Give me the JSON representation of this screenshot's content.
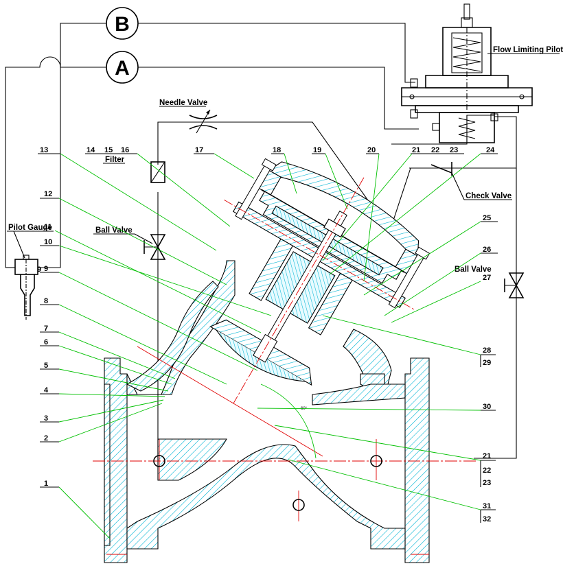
{
  "gauges": [
    {
      "letter": "B"
    },
    {
      "letter": "A"
    }
  ],
  "labels": {
    "flow_limiting_pilot": "Flow Limiting Pilot",
    "needle_valve": "Needle Valve",
    "filter": "Filter",
    "ball_valve_left": "Ball Valve",
    "ball_valve_right": "Ball Valve",
    "check_valve": "Check Valve",
    "pilot_gauge": "Pilot Gauge",
    "angle_mark": "60°"
  },
  "part_numbers": {
    "n1": "1",
    "n2": "2",
    "n3": "3",
    "n4": "4",
    "n5": "5",
    "n6": "6",
    "n7": "7",
    "n8": "8",
    "n9": "9",
    "n10": "10",
    "n11": "11",
    "n12": "12",
    "n13": "13",
    "n14": "14",
    "n15": "15",
    "n16": "16",
    "n17": "17",
    "n18": "18",
    "n19": "19",
    "n20": "20",
    "n21": "21",
    "n22": "22",
    "n23": "23",
    "n24": "24",
    "n25": "25",
    "n26": "26",
    "n27": "27",
    "n28": "28",
    "n29": "29",
    "n30": "30",
    "n21b": "21",
    "n22b": "22",
    "n23b": "23",
    "n31": "31",
    "n32": "32",
    "n9b": "9",
    "n11b": "11"
  }
}
